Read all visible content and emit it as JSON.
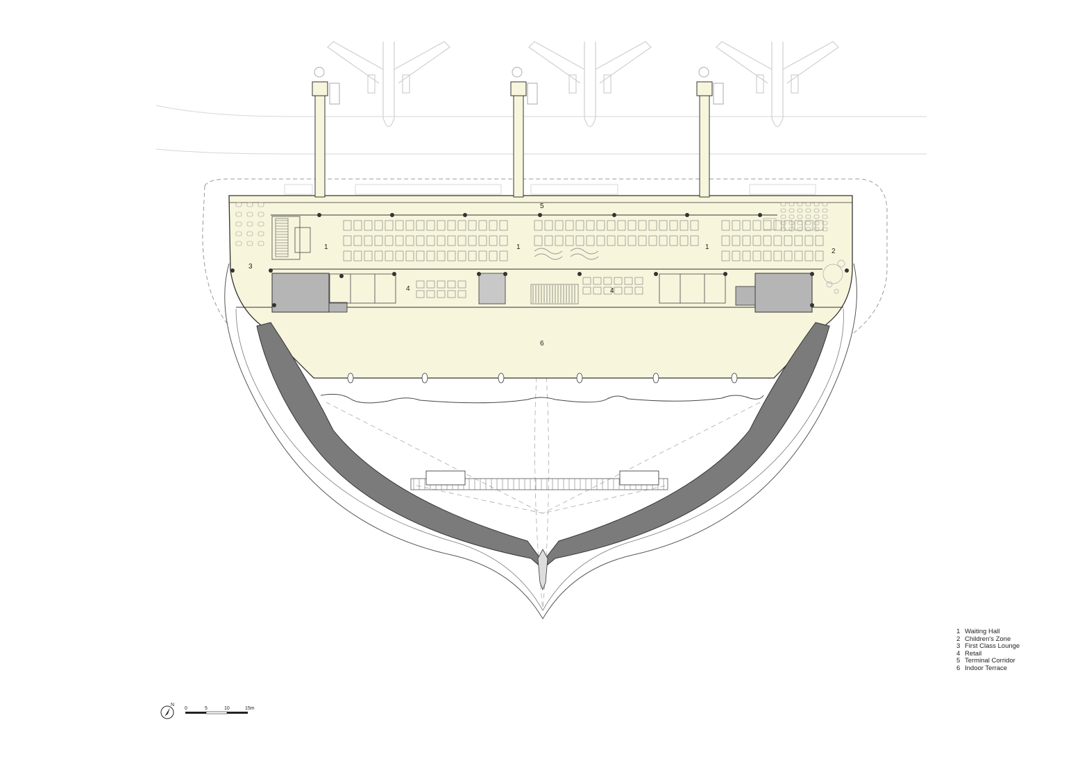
{
  "plan": {
    "room_labels": [
      {
        "key": "waiting-hall-west",
        "text": "1"
      },
      {
        "key": "waiting-hall-center",
        "text": "1"
      },
      {
        "key": "waiting-hall-east",
        "text": "1"
      },
      {
        "key": "childrens-zone",
        "text": "2"
      },
      {
        "key": "first-class-lounge",
        "text": "3"
      },
      {
        "key": "retail-west",
        "text": "4"
      },
      {
        "key": "retail-east",
        "text": "4"
      },
      {
        "key": "terminal-corridor",
        "text": "5"
      },
      {
        "key": "indoor-terrace",
        "text": "6"
      }
    ]
  },
  "legend": {
    "items": [
      {
        "num": "1",
        "label": "Waiting Hall"
      },
      {
        "num": "2",
        "label": "Children's Zone"
      },
      {
        "num": "3",
        "label": "First Class Lounge"
      },
      {
        "num": "4",
        "label": "Retail"
      },
      {
        "num": "5",
        "label": "Terminal Corridor"
      },
      {
        "num": "6",
        "label": "Indoor Terrace"
      }
    ]
  },
  "north_arrow": {
    "label": "N"
  },
  "scale_bar": {
    "ticks": [
      "0",
      "5",
      "10",
      "15m"
    ]
  },
  "colors": {
    "floor_fill": "#f7f5dc",
    "service_gray": "#b4b4b4",
    "hull_gray": "#7a7a7a",
    "line": "#333333",
    "faint": "#cfcfcf"
  }
}
